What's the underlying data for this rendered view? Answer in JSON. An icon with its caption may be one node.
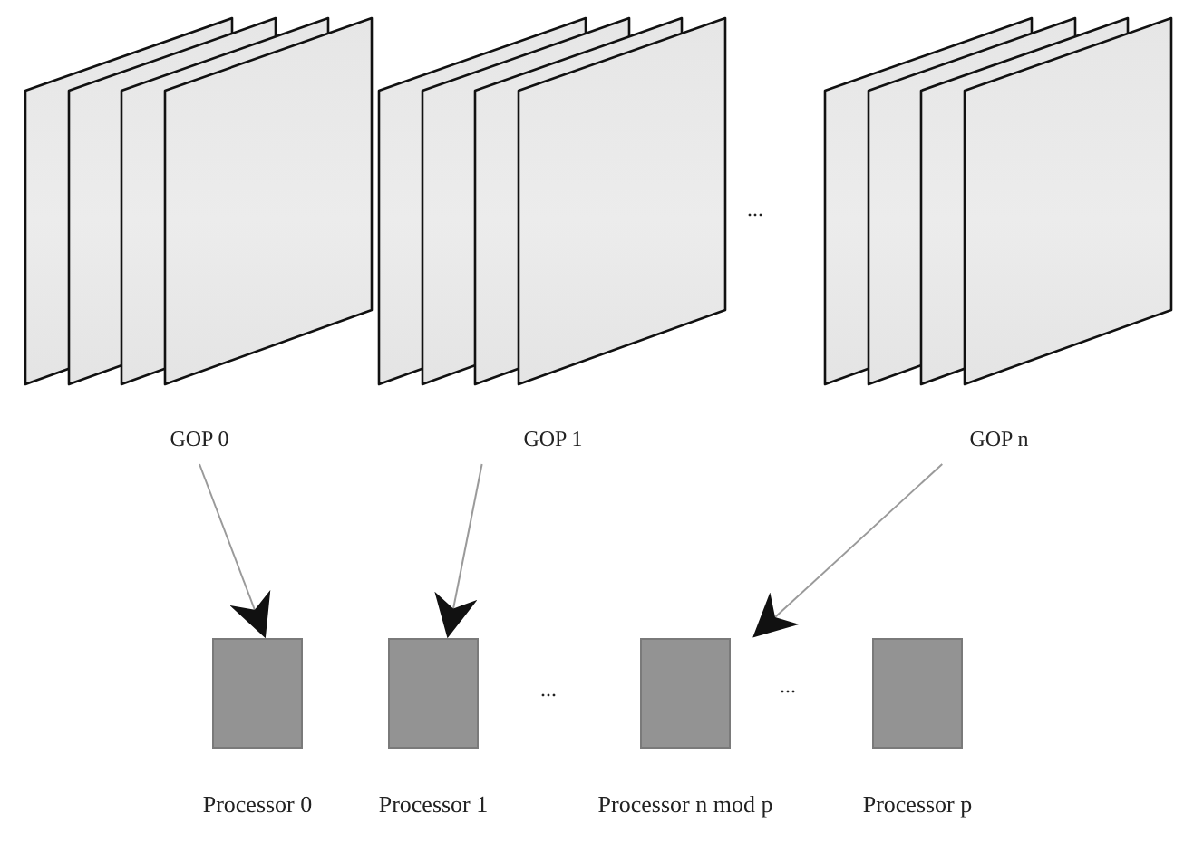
{
  "diagram": {
    "nodes": [
      {
        "text": [
          "GOP 0"
        ]
      },
      {
        "text": [
          "GOP 1"
        ]
      },
      {
        "text": [
          "GOP n"
        ]
      },
      {
        "text": [
          "Processor 0"
        ]
      },
      {
        "text": [
          "Processor 1"
        ]
      },
      {
        "text": [
          "Processor n mod p"
        ]
      },
      {
        "text": [
          "Processor p"
        ]
      }
    ],
    "edges": [
      {
        "from": 0,
        "to": 3,
        "arrow": "to"
      },
      {
        "from": 1,
        "to": 4,
        "arrow": "to"
      },
      {
        "from": 2,
        "to": 5,
        "arrow": "to"
      }
    ],
    "labels": [
      "...",
      "...",
      "..."
    ]
  }
}
